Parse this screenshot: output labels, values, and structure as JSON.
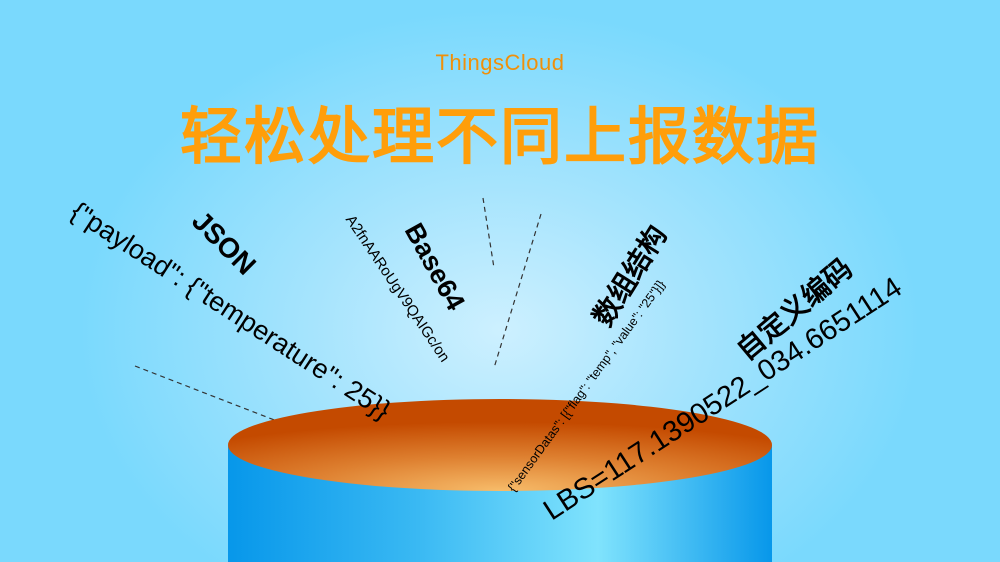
{
  "header": {
    "brand": "ThingsCloud",
    "headline": "轻松处理不同上报数据"
  },
  "formats": [
    {
      "label": "JSON",
      "sample": "{\"payload\": {\"temperature\": 25}}"
    },
    {
      "label": "Base64",
      "sample": "A2fnAARoUgV9QAIGc/on"
    },
    {
      "label": "数组结构",
      "sample": "{\"sensorDatas\": [{\"flag\": \"temp\", \"value\": \"25\"}]}"
    },
    {
      "label": "自定义编码",
      "sample": "LBS=117.1390522_034.6651114"
    }
  ],
  "colors": {
    "brand": "#f0900a",
    "headline": "#ff9e0a",
    "background": "#7ad9fd",
    "cylinder_body": "#0a9be8",
    "cylinder_top": "#c44a00"
  }
}
